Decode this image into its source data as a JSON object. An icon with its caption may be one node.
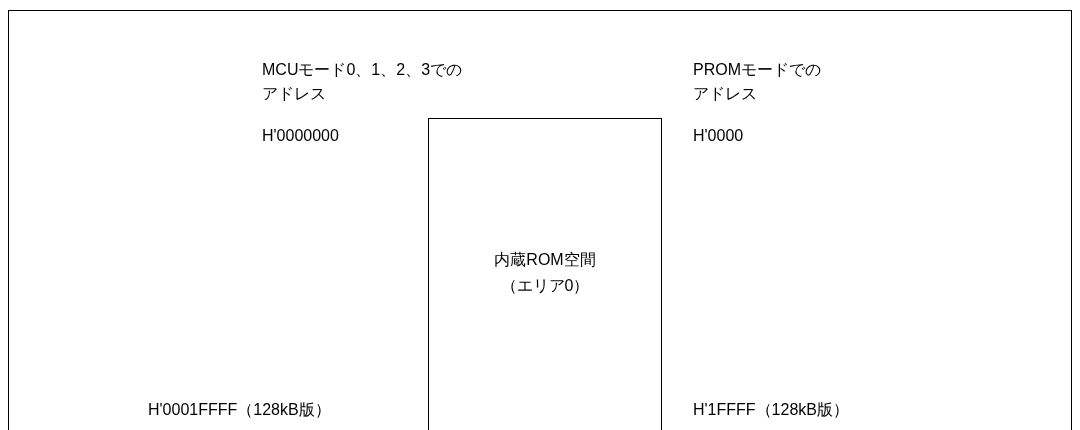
{
  "diagram": {
    "nodes": [
      {
        "text": [
          "内蔵ROM空間（エリア0）"
        ]
      }
    ],
    "labels": [
      "MCUモード0、1、2、3でのアドレス",
      "PROMモードでのアドレス",
      "H'0000000",
      "H'0000",
      "H'0001FFFF（128kB版）",
      "H'1FFFF（128kB版）"
    ]
  }
}
